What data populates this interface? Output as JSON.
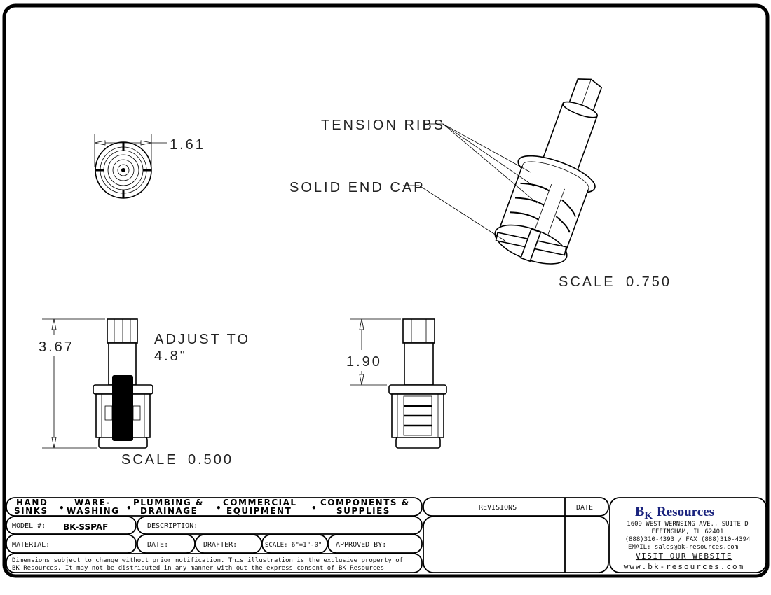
{
  "drawing": {
    "top_view": {
      "dimension": "1.61"
    },
    "isometric_view": {
      "callouts": [
        "TENSION RIBS",
        "SOLID END CAP"
      ],
      "scale_label": "SCALE",
      "scale_value": "0.750"
    },
    "front_view": {
      "dimension": "3.67",
      "note_line1": "ADJUST TO",
      "note_line2": "4.8\"",
      "scale_label": "SCALE",
      "scale_value": "0.500"
    },
    "side_view": {
      "dimension": "1.90"
    }
  },
  "title_block": {
    "categories": [
      {
        "line1": "HAND",
        "line2": "SINKS"
      },
      {
        "line1": "WARE-",
        "line2": "WASHING"
      },
      {
        "line1": "PLUMBING &",
        "line2": "DRAINAGE"
      },
      {
        "line1": "COMMERCIAL",
        "line2": "EQUIPMENT"
      },
      {
        "line1": "COMPONENTS &",
        "line2": "SUPPLIES"
      }
    ],
    "model_label": "MODEL #:",
    "model_value": "BK-SSPAF",
    "description_label": "DESCRIPTION:",
    "material_label": "MATERIAL:",
    "date_label": "DATE:",
    "drafter_label": "DRAFTER:",
    "scale_label": "SCALE: 6\"=1\"-0\"",
    "approved_label": "APPROVED BY:",
    "disclaimer_line1": "Dimensions subject to change without prior notification. This illustration is the exclusive property of",
    "disclaimer_line2": "BK Resources. It may not be distributed in any manner with out the express consent of BK Resources",
    "revisions_header": "REVISIONS",
    "date_header": "DATE"
  },
  "company": {
    "logo_text": "BK Resources",
    "address_line1": "1609 WEST WERNSING AVE., SUITE D",
    "address_line2": "EFFINGHAM, IL 62401",
    "phone": "(888)310-4393 / FAX (888)310-4394",
    "email": "EMAIL: sales@bk-resources.com",
    "website_link": "VISIT OUR WEBSITE",
    "website_url": "www.bk-resources.com",
    "brand_color": "#1a237e"
  }
}
